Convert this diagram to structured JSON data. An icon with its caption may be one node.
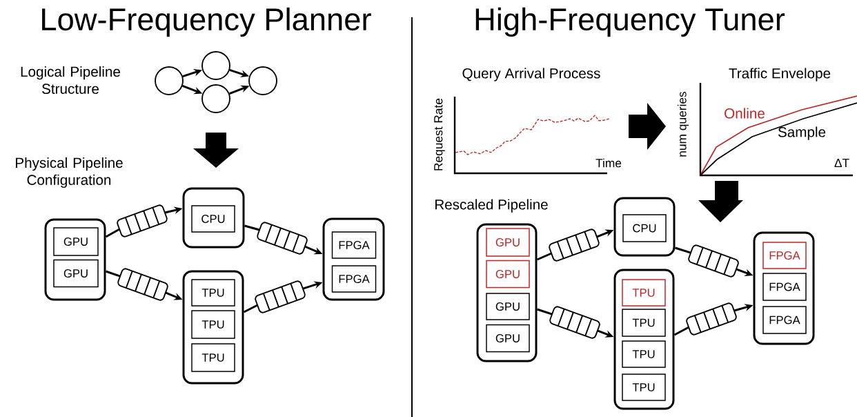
{
  "diagram": {
    "nodes": [
      {
        "text": [],
        "shape": "circle"
      },
      {
        "text": [],
        "shape": "circle"
      },
      {
        "text": [],
        "shape": "circle"
      },
      {
        "text": [],
        "shape": "circle"
      },
      {
        "text": [],
        "shape": "box"
      },
      {
        "text": [
          "GPU"
        ],
        "in": 4
      },
      {
        "text": [
          "GPU"
        ],
        "in": 4
      },
      {
        "text": [],
        "shape": "queue"
      },
      {
        "text": [],
        "shape": "queue"
      },
      {
        "text": [],
        "shape": "box"
      },
      {
        "text": [
          "CPU"
        ],
        "in": 9
      },
      {
        "text": [],
        "shape": "box"
      },
      {
        "text": [
          "TPU"
        ],
        "in": 11
      },
      {
        "text": [
          "TPU"
        ],
        "in": 11
      },
      {
        "text": [
          "TPU"
        ],
        "in": 11
      },
      {
        "text": [],
        "shape": "queue"
      },
      {
        "text": [],
        "shape": "queue"
      },
      {
        "text": [],
        "shape": "box"
      },
      {
        "text": [
          "FPGA"
        ],
        "in": 17
      },
      {
        "text": [
          "FPGA"
        ],
        "in": 17
      },
      {
        "text": [],
        "shape": "box"
      },
      {
        "text": [
          "GPU"
        ],
        "in": 20
      },
      {
        "text": [
          "GPU"
        ],
        "in": 20
      },
      {
        "text": [
          "GPU"
        ],
        "in": 20
      },
      {
        "text": [
          "GPU"
        ],
        "in": 20
      },
      {
        "text": [],
        "shape": "queue"
      },
      {
        "text": [],
        "shape": "queue"
      },
      {
        "text": [],
        "shape": "box"
      },
      {
        "text": [
          "CPU"
        ],
        "in": 27
      },
      {
        "text": [],
        "shape": "box"
      },
      {
        "text": [
          "TPU"
        ],
        "in": 29
      },
      {
        "text": [
          "TPU"
        ],
        "in": 29
      },
      {
        "text": [
          "TPU"
        ],
        "in": 29
      },
      {
        "text": [
          "TPU"
        ],
        "in": 29
      },
      {
        "text": [],
        "shape": "queue"
      },
      {
        "text": [],
        "shape": "queue"
      },
      {
        "text": [],
        "shape": "box"
      },
      {
        "text": [
          "FPGA"
        ],
        "in": 36
      },
      {
        "text": [
          "FPGA"
        ],
        "in": 36
      },
      {
        "text": [
          "FPGA"
        ],
        "in": 36
      }
    ],
    "edges": [
      {
        "from": 0,
        "to": 1,
        "arrow": "to"
      },
      {
        "from": 0,
        "to": 2,
        "arrow": "to"
      },
      {
        "from": 1,
        "to": 3,
        "arrow": "to"
      },
      {
        "from": 2,
        "to": 3,
        "arrow": "to"
      },
      {
        "from": 4,
        "to": 7,
        "arrow": "none"
      },
      {
        "from": 7,
        "to": 9,
        "arrow": "to"
      },
      {
        "from": 4,
        "to": 8,
        "arrow": "none"
      },
      {
        "from": 8,
        "to": 11,
        "arrow": "to"
      },
      {
        "from": 9,
        "to": 15,
        "arrow": "none"
      },
      {
        "from": 15,
        "to": 17,
        "arrow": "to"
      },
      {
        "from": 11,
        "to": 16,
        "arrow": "none"
      },
      {
        "from": 16,
        "to": 17,
        "arrow": "to"
      },
      {
        "from": 20,
        "to": 25,
        "arrow": "none"
      },
      {
        "from": 25,
        "to": 27,
        "arrow": "to"
      },
      {
        "from": 20,
        "to": 26,
        "arrow": "none"
      },
      {
        "from": 26,
        "to": 29,
        "arrow": "to"
      },
      {
        "from": 27,
        "to": 34,
        "arrow": "none"
      },
      {
        "from": 34,
        "to": 36,
        "arrow": "to"
      },
      {
        "from": 29,
        "to": 35,
        "arrow": "none"
      },
      {
        "from": 35,
        "to": 36,
        "arrow": "to"
      }
    ],
    "labels": [
      "Low-Frequency Planner",
      "Logical Pipeline Structure",
      "Physical Pipeline Configuration",
      "High-Frequency Tuner",
      "Query Arrival Process",
      "Request Rate",
      "Time",
      "Traffic Envelope",
      "num queries",
      "Online",
      "Sample",
      "ΔT",
      "Rescaled Pipeline"
    ]
  }
}
